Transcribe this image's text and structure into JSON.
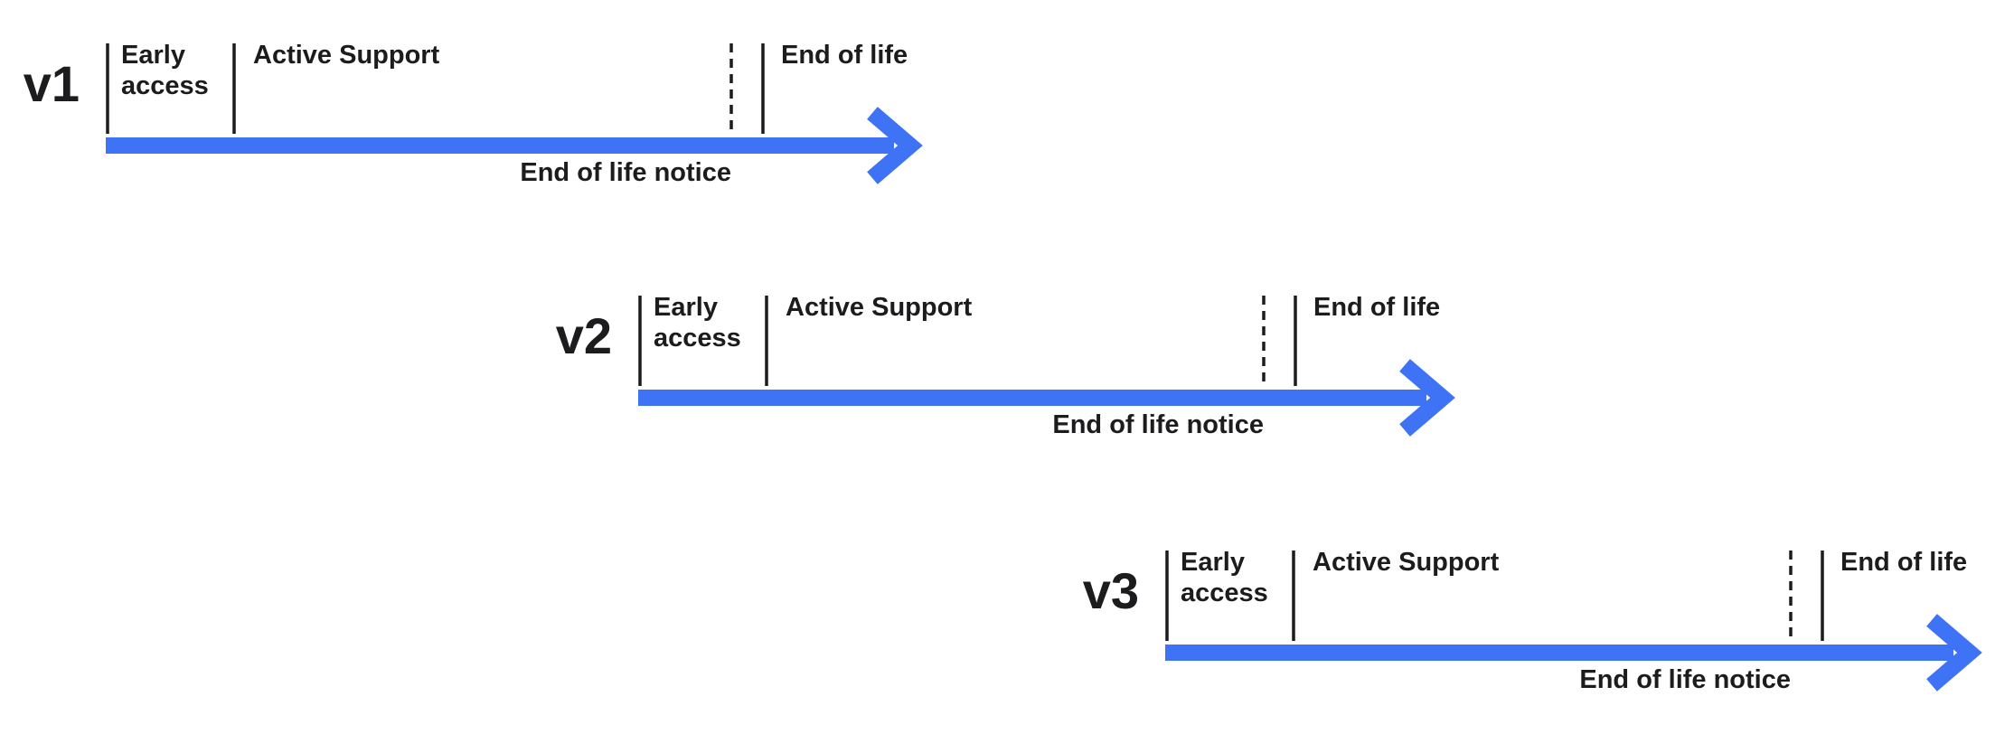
{
  "diagram": {
    "title_hint": "Version release lifecycle timelines",
    "background": "#ffffff",
    "colors": {
      "arrow": "#3e73f5",
      "line": "#1c1c1e",
      "text": "#1c1c1e"
    },
    "timelines": [
      {
        "version": "v1",
        "labels": {
          "early_access": "Early access",
          "active_support": "Active Support",
          "end_of_life": "End of life",
          "end_of_life_notice": "End of life notice"
        }
      },
      {
        "version": "v2",
        "labels": {
          "early_access": "Early access",
          "active_support": "Active Support",
          "end_of_life": "End of life",
          "end_of_life_notice": "End of life notice"
        }
      },
      {
        "version": "v3",
        "labels": {
          "early_access": "Early access",
          "active_support": "Active Support",
          "end_of_life": "End of life",
          "end_of_life_notice": "End of life notice"
        }
      }
    ]
  }
}
